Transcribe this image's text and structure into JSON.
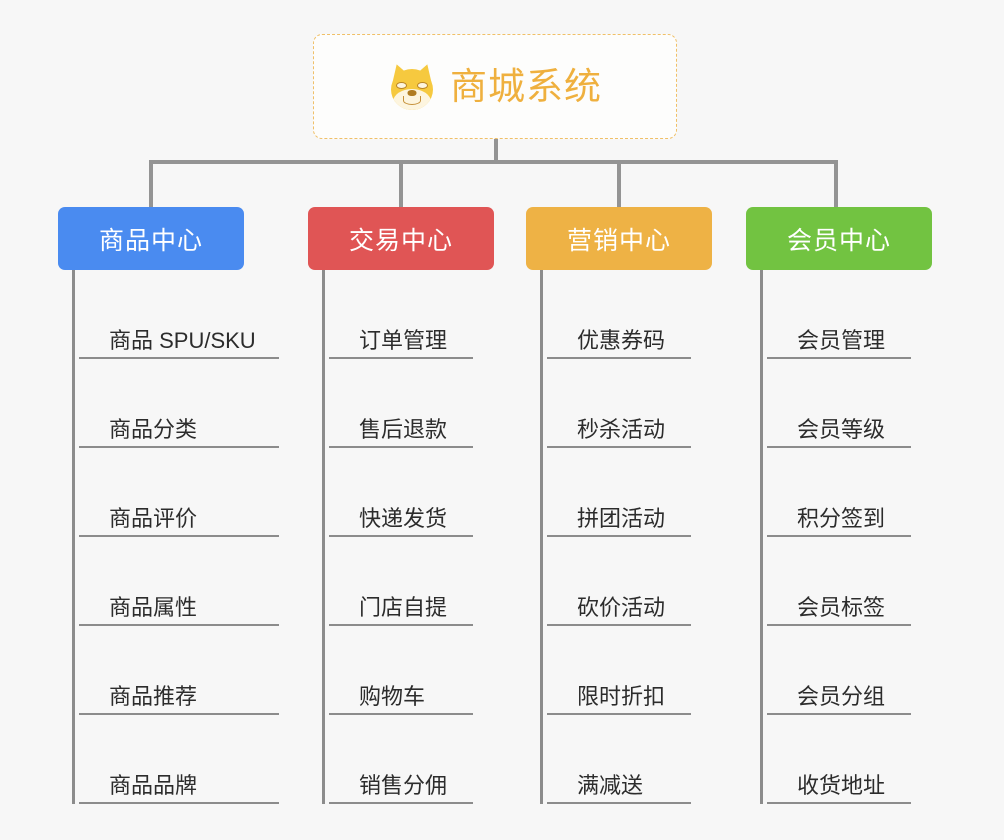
{
  "diagram": {
    "type": "mindmap",
    "root": {
      "title": "商城系统",
      "icon": "dog-face-icon",
      "accent_color": "#efb03e",
      "border_color": "#f0c068"
    },
    "branches": [
      {
        "label": "商品中心",
        "color": "#4a8bf0",
        "items": [
          "商品 SPU/SKU",
          "商品分类",
          "商品评价",
          "商品属性",
          "商品推荐",
          "商品品牌"
        ]
      },
      {
        "label": "交易中心",
        "color": "#e05555",
        "items": [
          "订单管理",
          "售后退款",
          "快递发货",
          "门店自提",
          "购物车",
          "销售分佣"
        ]
      },
      {
        "label": "营销中心",
        "color": "#eeb245",
        "items": [
          "优惠券码",
          "秒杀活动",
          "拼团活动",
          "砍价活动",
          "限时折扣",
          "满减送"
        ]
      },
      {
        "label": "会员中心",
        "color": "#72c341",
        "items": [
          "会员管理",
          "会员等级",
          "积分签到",
          "会员标签",
          "会员分组",
          "收货地址"
        ]
      }
    ],
    "connector_color": "#949494",
    "background_color": "#f7f7f7"
  }
}
